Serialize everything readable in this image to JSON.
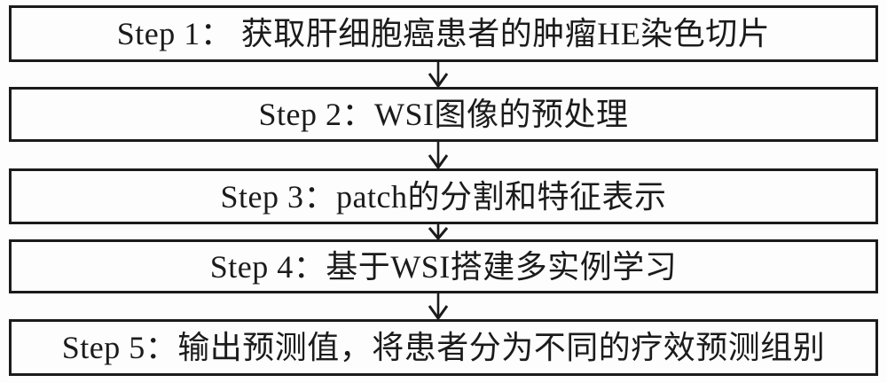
{
  "diagram": {
    "type": "flowchart",
    "direction": "top-to-bottom",
    "border_color": "#1b1b1b",
    "text_color": "#1b1b1b",
    "background_color": "#fdfdfd",
    "steps": [
      {
        "id": "step-1",
        "label": "Step 1： 获取肝细胞癌患者的肿瘤HE染色切片"
      },
      {
        "id": "step-2",
        "label": "Step 2：WSI图像的预处理"
      },
      {
        "id": "step-3",
        "label": "Step 3：patch的分割和特征表示"
      },
      {
        "id": "step-4",
        "label": "Step 4：基于WSI搭建多实例学习"
      },
      {
        "id": "step-5",
        "label": "Step 5：输出预测值，将患者分为不同的疗效预测组别"
      }
    ],
    "connectors": [
      {
        "from": "step-1",
        "to": "step-2",
        "style": "arrow-down"
      },
      {
        "from": "step-2",
        "to": "step-3",
        "style": "arrow-down"
      },
      {
        "from": "step-3",
        "to": "step-4",
        "style": "arrow-down"
      },
      {
        "from": "step-4",
        "to": "step-5",
        "style": "arrow-down"
      }
    ]
  }
}
